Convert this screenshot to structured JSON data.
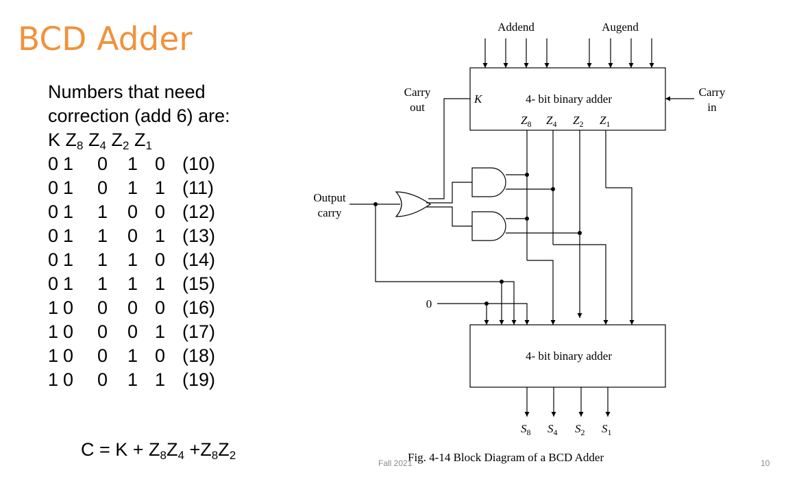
{
  "slide": {
    "title": "BCD Adder",
    "title_color": "#f0923b",
    "intro_line1": "Numbers that need",
    "intro_line2": "correction (add 6) are:",
    "header_vars": [
      "K",
      "Z",
      "Z",
      "Z",
      "Z"
    ],
    "header_subs": [
      "",
      "8",
      "4",
      "2",
      "1"
    ],
    "rows": [
      {
        "k": "0",
        "z8": "1",
        "z4": "0",
        "z2": "1",
        "z1": "0",
        "val": "(10)"
      },
      {
        "k": "0",
        "z8": "1",
        "z4": "0",
        "z2": "1",
        "z1": "1",
        "val": "(11)"
      },
      {
        "k": "0",
        "z8": "1",
        "z4": "1",
        "z2": "0",
        "z1": "0",
        "val": "(12)"
      },
      {
        "k": "0",
        "z8": "1",
        "z4": "1",
        "z2": "0",
        "z1": "1",
        "val": "(13)"
      },
      {
        "k": "0",
        "z8": "1",
        "z4": "1",
        "z2": "1",
        "z1": "0",
        "val": "(14)"
      },
      {
        "k": "0",
        "z8": "1",
        "z4": "1",
        "z2": "1",
        "z1": "1",
        "val": "(15)"
      },
      {
        "k": "1",
        "z8": "0",
        "z4": "0",
        "z2": "0",
        "z1": "0",
        "val": "(16)"
      },
      {
        "k": "1",
        "z8": "0",
        "z4": "0",
        "z2": "0",
        "z1": "1",
        "val": "(17)"
      },
      {
        "k": "1",
        "z8": "0",
        "z4": "0",
        "z2": "1",
        "z1": "0",
        "val": "(18)"
      },
      {
        "k": "1",
        "z8": "0",
        "z4": "0",
        "z2": "1",
        "z1": "1",
        "val": "(19)"
      }
    ],
    "formula": {
      "lead": "C = K + Z",
      "s1": "8",
      "m1": "Z",
      "s2": "4",
      "m2": " +Z",
      "s3": "8",
      "m3": "Z",
      "s4": "2"
    },
    "footer_left": "Fall 2021",
    "page_number": "10"
  },
  "diagram": {
    "addend": "Addend",
    "augend": "Augend",
    "carry_out_1": "Carry",
    "carry_out_2": "out",
    "carry_in_1": "Carry",
    "carry_in_2": "in",
    "k_label": "K",
    "adder_top_label": "4- bit binary adder",
    "adder_bottom_label": "4- bit binary adder",
    "z_labels": [
      "Z",
      "Z",
      "Z",
      "Z"
    ],
    "z_subs": [
      "8",
      "4",
      "2",
      "1"
    ],
    "s_labels": [
      "S",
      "S",
      "S",
      "S"
    ],
    "s_subs": [
      "8",
      "4",
      "2",
      "1"
    ],
    "output_carry_1": "Output",
    "output_carry_2": "carry",
    "zero": "0",
    "caption": "Fig. 4-14  Block Diagram of a BCD Adder"
  }
}
